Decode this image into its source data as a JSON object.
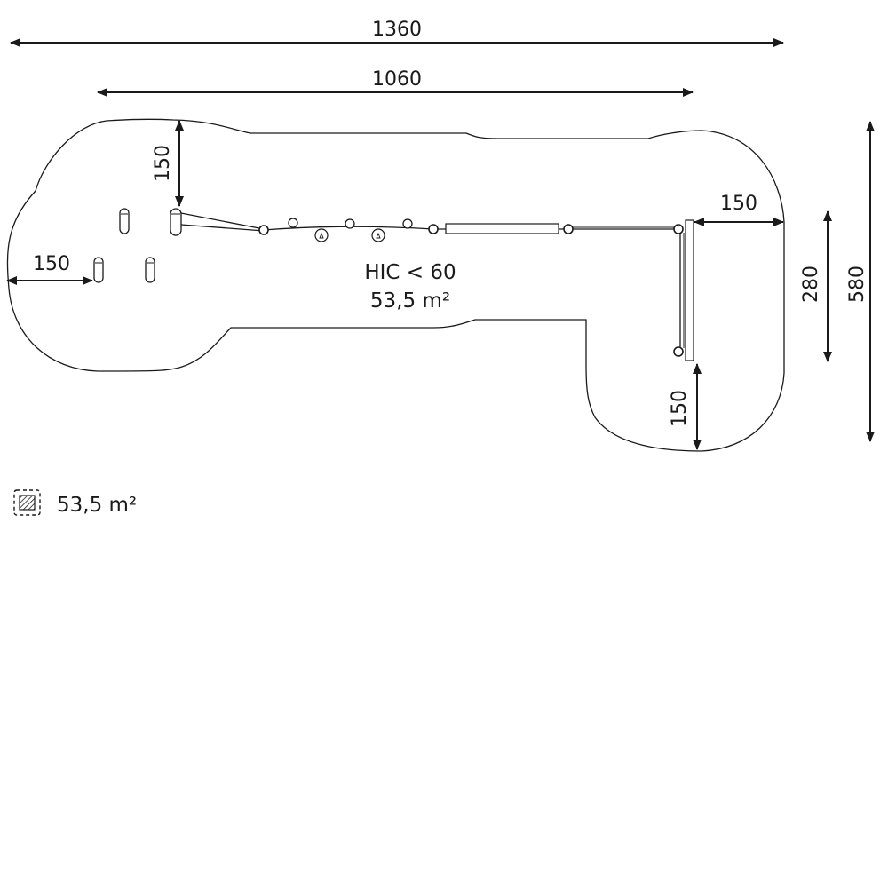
{
  "dimensions": {
    "overall_width": "1360",
    "inner_width": "1060",
    "top_left_offset": "150",
    "left_offset": "150",
    "right_offset": "150",
    "bottom_right_offset": "150",
    "inner_height": "280",
    "overall_height": "580"
  },
  "area_label": {
    "hic": "HIC < 60",
    "area": "53,5 m²"
  },
  "legend": {
    "icon": "hatched-square-icon",
    "value": "53,5 m²"
  }
}
